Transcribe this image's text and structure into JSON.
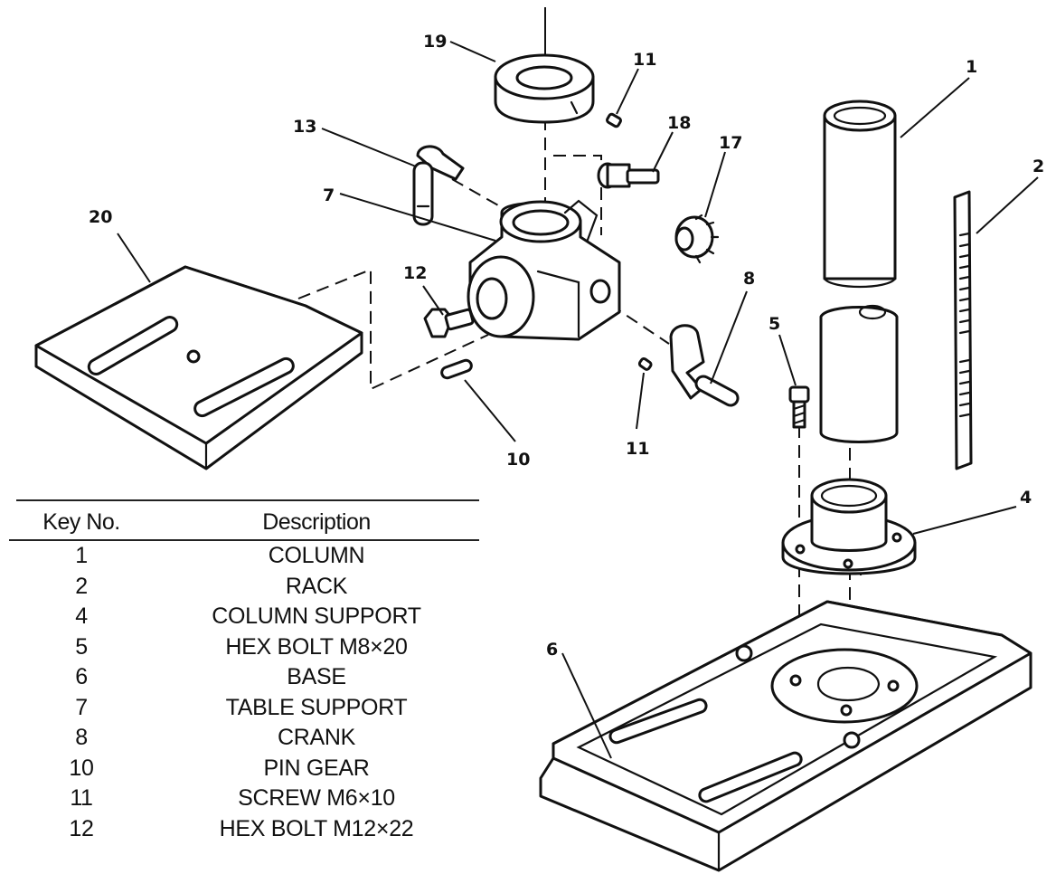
{
  "diagram": {
    "callouts": [
      "19",
      "11",
      "18",
      "17",
      "13",
      "7",
      "20",
      "12",
      "10",
      "11",
      "8",
      "5",
      "1",
      "2",
      "4",
      "6"
    ]
  },
  "parts_table": {
    "headers": {
      "key": "Key No.",
      "description": "Description"
    },
    "rows": [
      {
        "key": "1",
        "description": "COLUMN"
      },
      {
        "key": "2",
        "description": "RACK"
      },
      {
        "key": "4",
        "description": "COLUMN SUPPORT"
      },
      {
        "key": "5",
        "description": "HEX BOLT M8×20"
      },
      {
        "key": "6",
        "description": "BASE"
      },
      {
        "key": "7",
        "description": "TABLE SUPPORT"
      },
      {
        "key": "8",
        "description": "CRANK"
      },
      {
        "key": "10",
        "description": "PIN GEAR"
      },
      {
        "key": "11",
        "description": "SCREW M6×10"
      },
      {
        "key": "12",
        "description": "HEX BOLT M12×22"
      }
    ]
  }
}
